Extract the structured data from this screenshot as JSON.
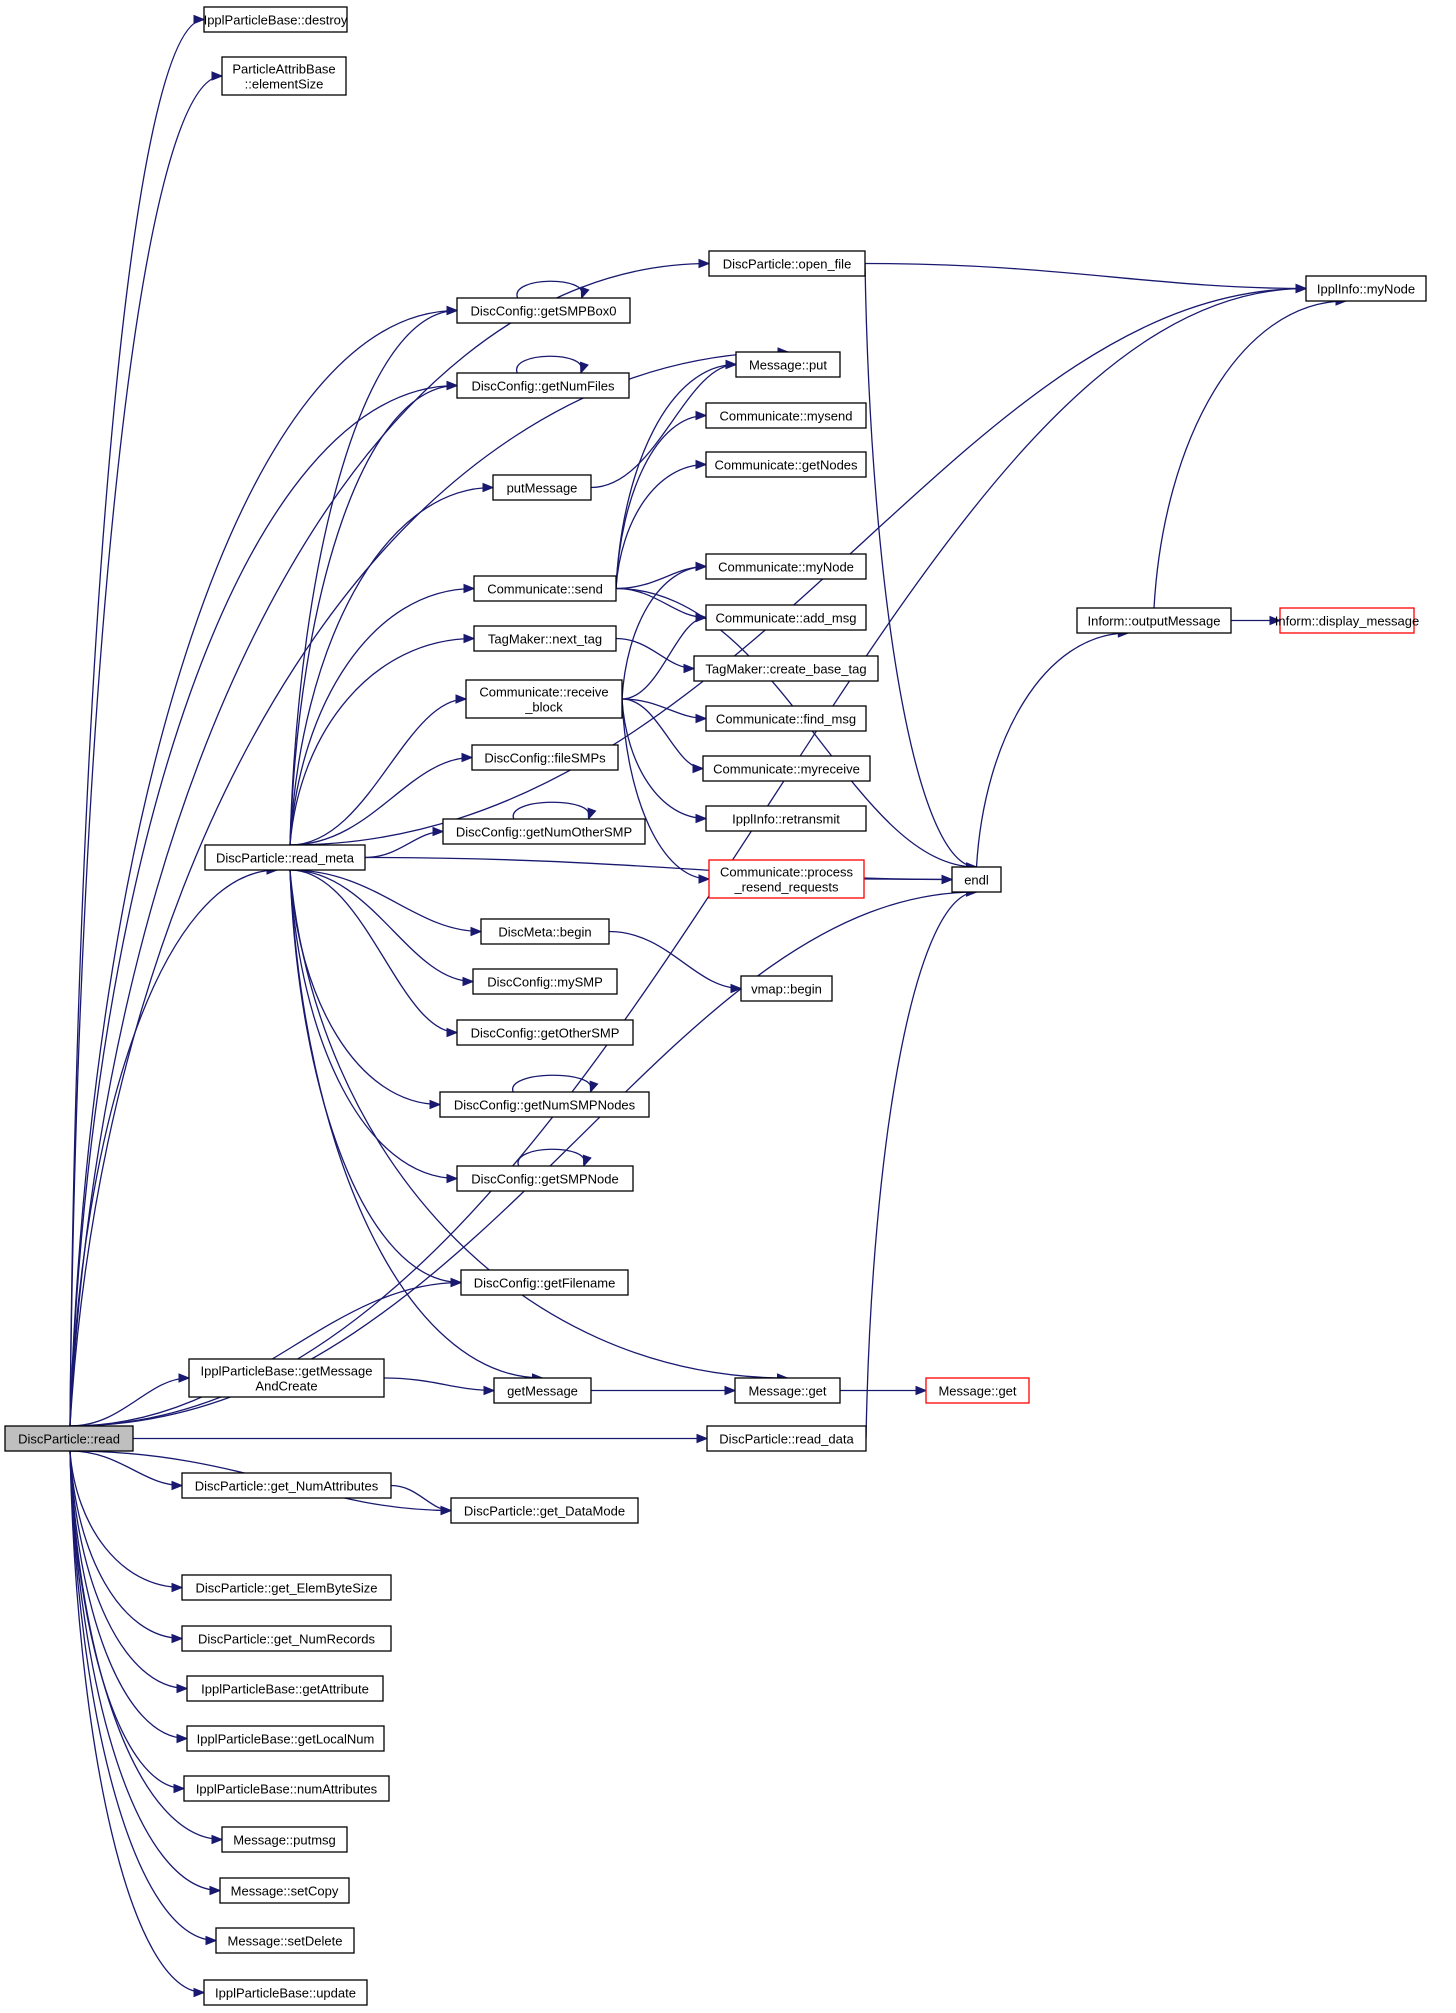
{
  "colors": {
    "edge": "#191970",
    "node_border": "#000000",
    "truncated_border": "#ff0000",
    "root_fill": "#bfbfbf",
    "background": "#ffffff"
  },
  "nodes": {
    "read": [
      "DiscParticle::read"
    ],
    "destroy": [
      "IpplParticleBase::destroy"
    ],
    "elementSize": [
      "ParticleAttribBase",
      "::elementSize"
    ],
    "myNodeInfo": [
      "IpplInfo::myNode"
    ],
    "open_file": [
      "DiscParticle::open_file"
    ],
    "getSMPBox0": [
      "DiscConfig::getSMPBox0"
    ],
    "put": [
      "Message::put"
    ],
    "getNumFiles": [
      "DiscConfig::getNumFiles"
    ],
    "mysend": [
      "Communicate::mysend"
    ],
    "putMessage": [
      "putMessage"
    ],
    "getNodes": [
      "Communicate::getNodes"
    ],
    "send": [
      "Communicate::send"
    ],
    "commMyNode": [
      "Communicate::myNode"
    ],
    "add_msg": [
      "Communicate::add_msg"
    ],
    "outputMessage": [
      "Inform::outputMessage"
    ],
    "display_message": [
      "Inform::display_message"
    ],
    "next_tag": [
      "TagMaker::next_tag"
    ],
    "create_base_tag": [
      "TagMaker::create_base_tag"
    ],
    "receive_block": [
      "Communicate::receive",
      "_block"
    ],
    "find_msg": [
      "Communicate::find_msg"
    ],
    "fileSMPs": [
      "DiscConfig::fileSMPs"
    ],
    "myreceive": [
      "Communicate::myreceive"
    ],
    "retransmit": [
      "IpplInfo::retransmit"
    ],
    "getNumOtherSMP": [
      "DiscConfig::getNumOtherSMP"
    ],
    "read_meta": [
      "DiscParticle::read_meta"
    ],
    "process_resend": [
      "Communicate::process",
      "_resend_requests"
    ],
    "endl": [
      "endl"
    ],
    "metaBegin": [
      "DiscMeta::begin"
    ],
    "mySMP": [
      "DiscConfig::mySMP"
    ],
    "vmapBegin": [
      "vmap::begin"
    ],
    "getOtherSMP": [
      "DiscConfig::getOtherSMP"
    ],
    "getNumSMPNodes": [
      "DiscConfig::getNumSMPNodes"
    ],
    "getSMPNode": [
      "DiscConfig::getSMPNode"
    ],
    "getFilename": [
      "DiscConfig::getFilename"
    ],
    "getMessageAndCreate": [
      "IpplParticleBase::getMessage",
      "AndCreate"
    ],
    "getMessage": [
      "getMessage"
    ],
    "msgGet": [
      "Message::get"
    ],
    "msgGetRed": [
      "Message::get"
    ],
    "read_data": [
      "DiscParticle::read_data"
    ],
    "get_NumAttributes": [
      "DiscParticle::get_NumAttributes"
    ],
    "get_DataMode": [
      "DiscParticle::get_DataMode"
    ],
    "get_ElemByteSize": [
      "DiscParticle::get_ElemByteSize"
    ],
    "get_NumRecords": [
      "DiscParticle::get_NumRecords"
    ],
    "getAttribute": [
      "IpplParticleBase::getAttribute"
    ],
    "getLocalNum": [
      "IpplParticleBase::getLocalNum"
    ],
    "numAttributes": [
      "IpplParticleBase::numAttributes"
    ],
    "putmsg": [
      "Message::putmsg"
    ],
    "setCopy": [
      "Message::setCopy"
    ],
    "setDelete": [
      "Message::setDelete"
    ],
    "update": [
      "IpplParticleBase::update"
    ]
  }
}
